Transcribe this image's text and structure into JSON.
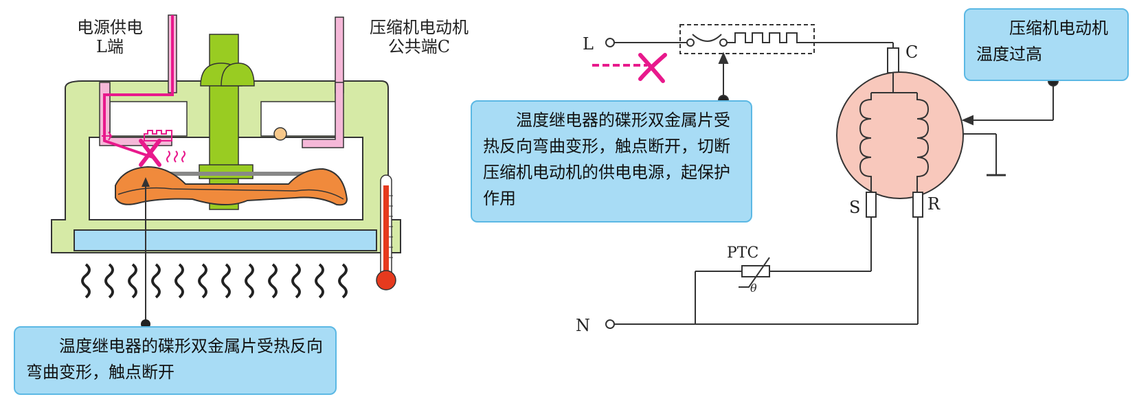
{
  "left_diagram": {
    "label_L": {
      "line1": "电源供电",
      "line2": "L端"
    },
    "label_C": {
      "line1": "压缩机电动机",
      "line2": "公共端C"
    },
    "callout": "温度继电器的碟形双金属片受热反向弯曲变形，触点断开"
  },
  "right_diagram": {
    "terminal_L": "L",
    "terminal_N": "N",
    "terminal_C": "C",
    "terminal_S": "S",
    "terminal_R": "R",
    "ptc_label": "PTC",
    "theta_symbol": "θ",
    "callout_relay": "温度继电器的碟形双金属片受热反向弯曲变形，触点断开，切断压缩机电动机的供电电源，起保护作用",
    "callout_motor": "压缩机电动机温度过高"
  },
  "colors": {
    "housing": "#d6eaa6",
    "bolt": "#99cc22",
    "disc": "#f08a3c",
    "pink_wire": "#e8198c",
    "callout_fill": "#a8dcf5",
    "motor_fill": "#f8c8bc",
    "thermometer": "#e63a1e"
  }
}
